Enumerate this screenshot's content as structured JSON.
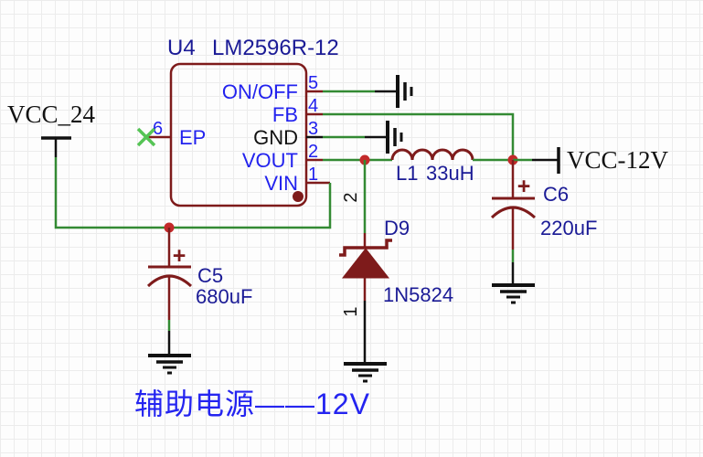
{
  "colors": {
    "maroon": "#7e1b1b",
    "wire": "#338a33",
    "ink": "#111111",
    "junction": "#c32a2a",
    "pinblue": "#2222ee",
    "navy": "#1b1b96",
    "ncgreen": "#55c455",
    "caption": "#2424f0",
    "grid": "#ececec"
  },
  "ic": {
    "designator": "U4",
    "part": "LM2596R-12",
    "pins": {
      "onoff": {
        "num": "5",
        "label": "ON/OFF"
      },
      "fb": {
        "num": "4",
        "label": "FB"
      },
      "gnd": {
        "num": "3",
        "label": "GND"
      },
      "vout": {
        "num": "2",
        "label": "VOUT"
      },
      "vin": {
        "num": "1",
        "label": "VIN"
      },
      "ep": {
        "num": "6",
        "label": "EP"
      }
    }
  },
  "nets": {
    "input": "VCC_24",
    "output": "VCC-12V"
  },
  "components": {
    "c5": {
      "ref": "C5",
      "value": "680uF",
      "polarity": "+"
    },
    "c6": {
      "ref": "C6",
      "value": "220uF",
      "polarity": "+"
    },
    "l1": {
      "ref": "L1",
      "value": "33uH"
    },
    "d9": {
      "ref": "D9",
      "value": "1N5824",
      "pin_top": "2",
      "pin_bottom": "1"
    }
  },
  "caption": "辅助电源——12V"
}
